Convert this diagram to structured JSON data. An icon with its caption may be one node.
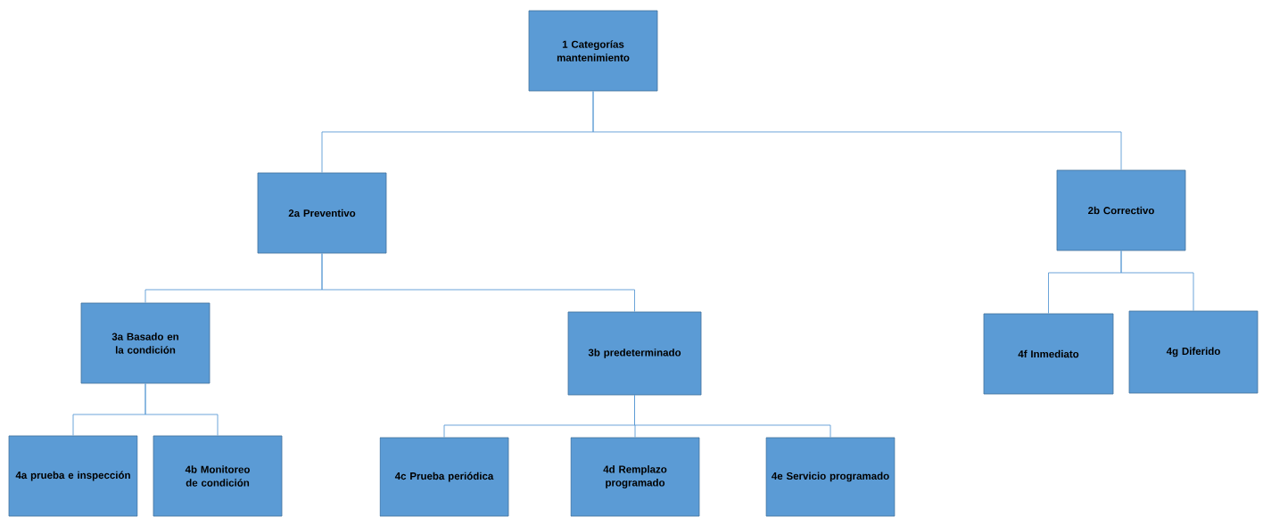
{
  "diagram": {
    "nodes": [
      {
        "text": [
          "1 Categorías mantenimiento"
        ]
      },
      {
        "text": [
          "2a Preventivo"
        ]
      },
      {
        "text": [
          "2b Correctivo"
        ]
      },
      {
        "text": [
          "3a Basado en la condición"
        ]
      },
      {
        "text": [
          "3b predeterminado"
        ]
      },
      {
        "text": [
          "4a prueba e inspección"
        ]
      },
      {
        "text": [
          "4b Monitoreo de condición"
        ]
      },
      {
        "text": [
          "4c Prueba periódica"
        ]
      },
      {
        "text": [
          "4d Remplazo programado"
        ]
      },
      {
        "text": [
          "4e Servicio programado"
        ]
      },
      {
        "text": [
          "4f Inmediato"
        ]
      },
      {
        "text": [
          "4g Diferido"
        ]
      }
    ],
    "edges": [
      {
        "from": 0,
        "to": 1,
        "arrow": "none"
      },
      {
        "from": 0,
        "to": 2,
        "arrow": "none"
      },
      {
        "from": 1,
        "to": 3,
        "arrow": "none"
      },
      {
        "from": 1,
        "to": 4,
        "arrow": "none"
      },
      {
        "from": 3,
        "to": 5,
        "arrow": "none"
      },
      {
        "from": 3,
        "to": 6,
        "arrow": "none"
      },
      {
        "from": 4,
        "to": 7,
        "arrow": "none"
      },
      {
        "from": 4,
        "to": 8,
        "arrow": "none"
      },
      {
        "from": 4,
        "to": 9,
        "arrow": "none"
      },
      {
        "from": 2,
        "to": 10,
        "arrow": "none"
      },
      {
        "from": 2,
        "to": 11,
        "arrow": "none"
      }
    ]
  }
}
